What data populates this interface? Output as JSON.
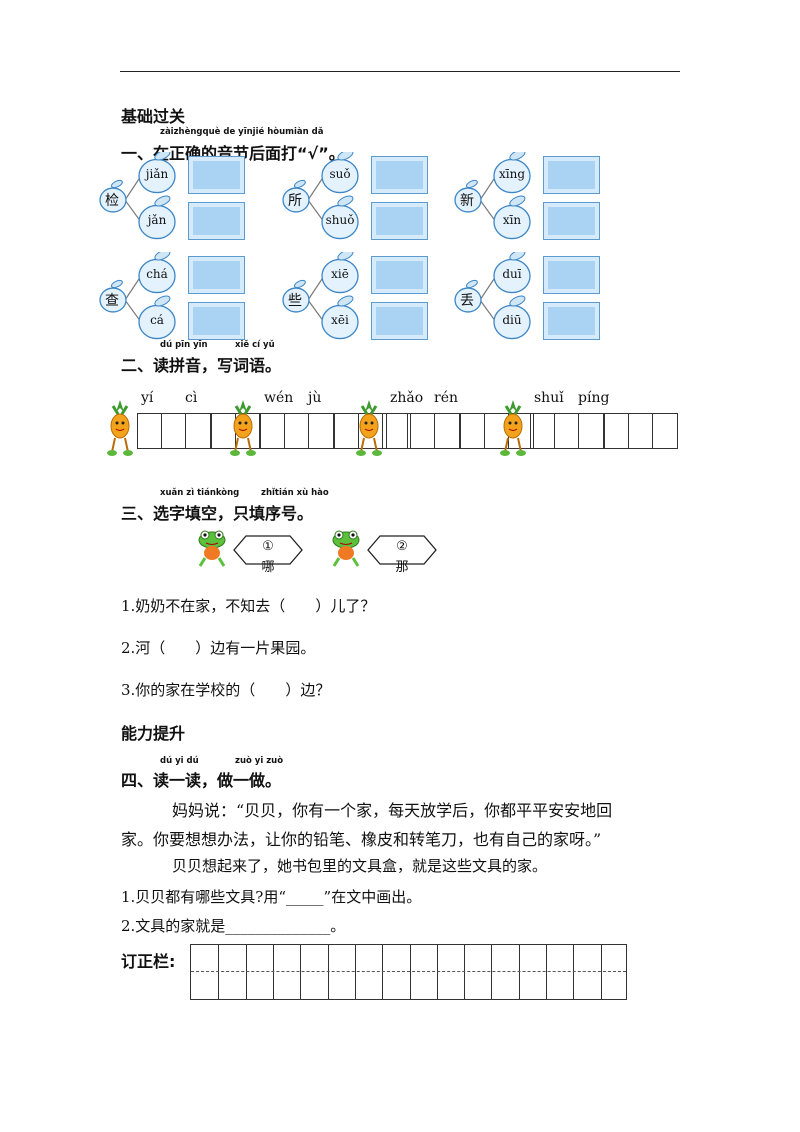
{
  "section_titles": {
    "basic": "基础过关",
    "ability": "能力提升"
  },
  "q1": {
    "pinyin": "zàizhèngquè de yīnjié hòumiàn dǎ",
    "title": "一、在正确的音节后面打“√”。",
    "groups": [
      {
        "char": "检",
        "options": [
          "jiǎn",
          "jǎn"
        ]
      },
      {
        "char": "所",
        "options": [
          "suǒ",
          "shuǒ"
        ]
      },
      {
        "char": "新",
        "options": [
          "xīng",
          "xīn"
        ]
      },
      {
        "char": "查",
        "options": [
          "chá",
          "cá"
        ]
      },
      {
        "char": "些",
        "options": [
          "xiē",
          "xēi"
        ]
      },
      {
        "char": "丢",
        "options": [
          "duī",
          "diū"
        ]
      }
    ]
  },
  "q2": {
    "pinyin_a": "dú pīn yīn",
    "pinyin_b": "xiě cí yǔ",
    "title": "二、读拼音，写词语。",
    "words": [
      {
        "p1": "yí",
        "p2": "cì"
      },
      {
        "p1": "wén",
        "p2": "jù"
      },
      {
        "p1": "zhǎo",
        "p2": "rén"
      },
      {
        "p1": "shuǐ",
        "p2": "píng"
      }
    ]
  },
  "q3": {
    "pinyin_a": "xuǎn zì tiánkòng",
    "pinyin_b": "zhǐtián xù hào",
    "title": "三、选字填空，只填序号。",
    "options": [
      {
        "num": "①",
        "char": "哪"
      },
      {
        "num": "②",
        "char": "那"
      }
    ],
    "sentences": [
      "1.奶奶不在家，不知去（　　）儿了？",
      "2.河（　　）边有一片果园。",
      "3.你的家在学校的（　　）边？"
    ]
  },
  "q4": {
    "pinyin_a": "dú yi dú",
    "pinyin_b": "zuò yi zuò",
    "title": "四、读一读，做一做。",
    "para1_line1": "妈妈说：“贝贝，你有一个家，每天放学后，你都平平安安地回",
    "para1_line2": "家。你要想想办法，让你的铅笔、橡皮和转笔刀，也有自己的家呀。”",
    "para2": "贝贝想起来了，她书包里的文具盒，就是这些文具的家。",
    "task1": "1.贝贝都有哪些文具?用“_____”在文中画出。",
    "task2": "2.文具的家就是______________。"
  },
  "correction": {
    "label": "订正栏:",
    "columns": 16
  }
}
